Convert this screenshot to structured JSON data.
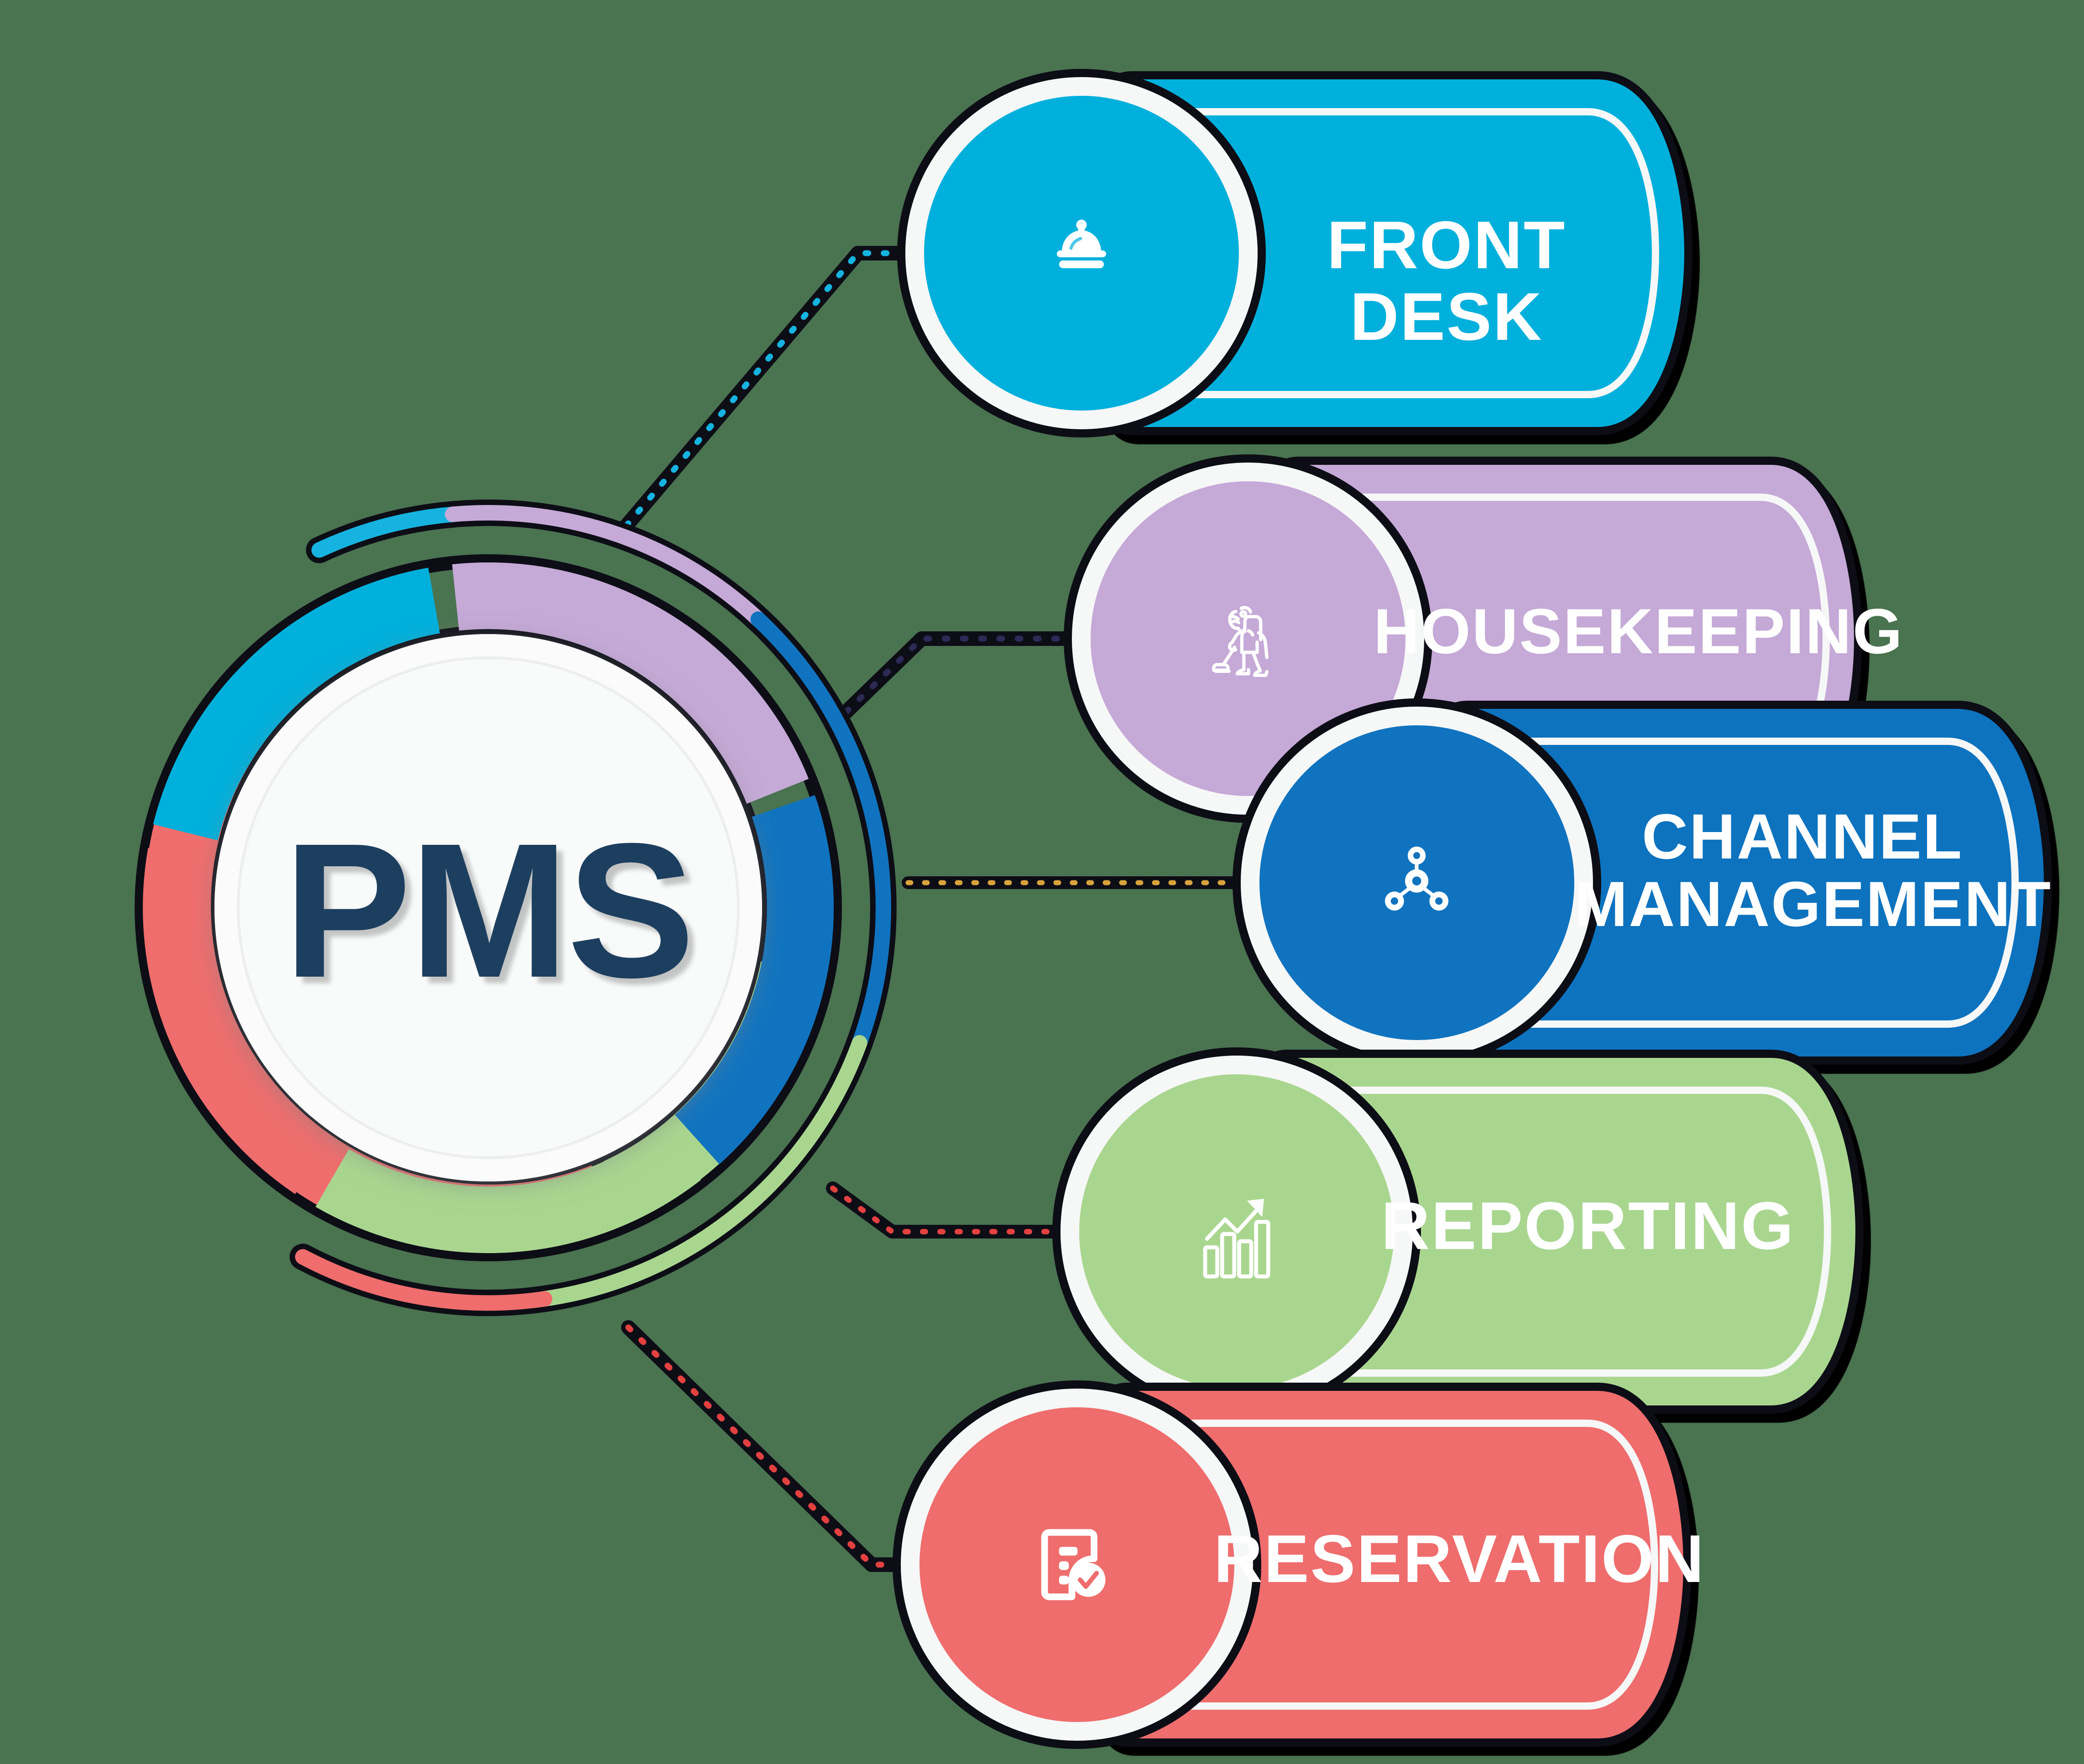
{
  "diagram": {
    "type": "hub-and-spoke",
    "background_color": "#4a7350",
    "hub": {
      "label": "PMS",
      "label_color": "#1d3f5f",
      "inner_disc_color": "#f7f8f8",
      "ring_segments": [
        {
          "name": "housekeeping",
          "color": "#c5a9d7",
          "start_deg": -96,
          "end_deg": -22
        },
        {
          "name": "channel-management",
          "color": "#1073bf",
          "start_deg": -18,
          "end_deg": 48
        },
        {
          "name": "reporting",
          "color": "#a9d68f",
          "start_deg": 52,
          "end_deg": 122
        },
        {
          "name": "reservation",
          "color": "#ef6d6d",
          "start_deg": 126,
          "end_deg": 196
        },
        {
          "name": "front-desk",
          "color": "#00b0dc",
          "start_deg": 200,
          "end_deg": 262
        }
      ],
      "outer_arc_segments": [
        {
          "name": "front-desk",
          "color": "#16b3e0",
          "start_deg": 243,
          "end_deg": 288
        },
        {
          "name": "housekeeping",
          "color": "#c5a9d7",
          "start_deg": 288,
          "end_deg": 340
        },
        {
          "name": "channel-management",
          "color": "#1073bf",
          "start_deg": 340,
          "end_deg": 30
        },
        {
          "name": "reporting",
          "color": "#a9d68f",
          "start_deg": 30,
          "end_deg": 82
        },
        {
          "name": "reservation",
          "color": "#ef6d6d",
          "start_deg": 82,
          "end_deg": 118
        }
      ]
    },
    "nodes": [
      {
        "id": "front-desk",
        "label": "FRONT DESK",
        "color": "#00b0dc",
        "icon": "cloche-icon",
        "lines": 1
      },
      {
        "id": "housekeeping",
        "label": "HOUSEKEEPING",
        "color": "#c5a9d7",
        "icon": "housekeeper-vacuum-icon",
        "lines": 1
      },
      {
        "id": "channel-management",
        "label": "CHANNEL\nMANAGEMENT",
        "color": "#1073bf",
        "icon": "network-nodes-icon",
        "lines": 2
      },
      {
        "id": "reporting",
        "label": "REPORTING",
        "color": "#a9d68f",
        "icon": "bar-chart-growth-icon",
        "lines": 1
      },
      {
        "id": "reservation",
        "label": "RESERVATION",
        "color": "#ef6d6d",
        "icon": "checklist-document-icon",
        "lines": 1
      }
    ],
    "connectors": [
      {
        "id": "front-desk",
        "color": "#16b3e0"
      },
      {
        "id": "housekeeping",
        "color": "#2d2a56"
      },
      {
        "id": "channel-management",
        "color": "#d8a33c"
      },
      {
        "id": "reporting",
        "color": "#e3413f"
      },
      {
        "id": "reservation",
        "color": "#e3413f"
      }
    ]
  }
}
